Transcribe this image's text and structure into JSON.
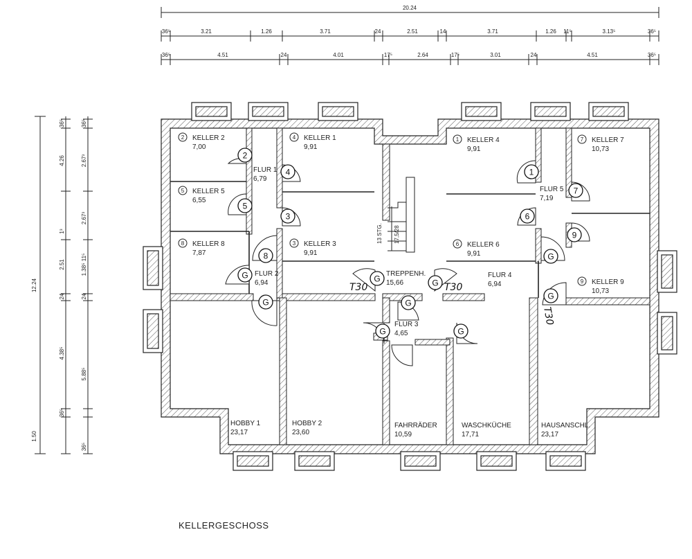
{
  "plan_title": "KELLERGESCHOSS",
  "dimensions": {
    "top_total": "20.24",
    "top_row1": [
      "36⁵",
      "3.21",
      "1.26",
      "3.71",
      "24",
      "2.51",
      "14",
      "3.71",
      "1.26",
      "11⁵",
      "3.13⁵",
      "36⁵"
    ],
    "top_row2": [
      "36⁵",
      "4.51",
      "24",
      "4.01",
      "17⁵",
      "2.64",
      "17⁵",
      "3.01",
      "24",
      "4.51",
      "36⁵"
    ],
    "left_total": "12.24",
    "left_outer": [
      "36⁵",
      "4.26",
      "1³",
      "2.51",
      "24",
      "4.38⁵",
      "36⁵",
      "1.50"
    ],
    "left_inner": [
      "36⁵",
      "2.67³",
      "2.67³",
      "1.38⁵ 11⁵",
      "24",
      "5.88⁵",
      "36⁵"
    ]
  },
  "rooms": [
    {
      "num": "2",
      "name": "KELLER 2",
      "area": "7,00"
    },
    {
      "num": "4",
      "name": "KELLER 1",
      "area": "9,91"
    },
    {
      "num": "",
      "name": "FLUR 1",
      "area": "6,79"
    },
    {
      "num": "5",
      "name": "KELLER 5",
      "area": "6,55"
    },
    {
      "num": "3",
      "name": "KELLER 3",
      "area": "9,91"
    },
    {
      "num": "8",
      "name": "KELLER 8",
      "area": "7,87"
    },
    {
      "num": "",
      "name": "FLUR 2",
      "area": "6,94"
    },
    {
      "num": "",
      "name": "TREPPENH.",
      "area": "15,66"
    },
    {
      "num": "1",
      "name": "KELLER 4",
      "area": "9,91"
    },
    {
      "num": "7",
      "name": "KELLER 7",
      "area": "10,73"
    },
    {
      "num": "",
      "name": "FLUR 5",
      "area": "7,19"
    },
    {
      "num": "6",
      "name": "KELLER 6",
      "area": "9,91"
    },
    {
      "num": "",
      "name": "FLUR 4",
      "area": "6,94"
    },
    {
      "num": "9",
      "name": "KELLER 9",
      "area": "10,73"
    },
    {
      "num": "",
      "name": "FLUR 3",
      "area": "4,65"
    },
    {
      "num": "",
      "name": "HOBBY 1",
      "area": "23,17"
    },
    {
      "num": "",
      "name": "HOBBY 2",
      "area": "23,60"
    },
    {
      "num": "",
      "name": "FAHRRÄDER",
      "area": "10,59"
    },
    {
      "num": "",
      "name": "WASCHKÜCHE",
      "area": "17,71"
    },
    {
      "num": "",
      "name": "HAUSANSCHL.",
      "area": "23,17"
    }
  ],
  "door_markers": [
    "2",
    "4",
    "5",
    "3",
    "8",
    "G",
    "G",
    "1",
    "7",
    "6",
    "9",
    "G",
    "G",
    "G",
    "G",
    "G",
    "G",
    "G"
  ],
  "fire_doors": [
    "T30",
    "T30",
    "T30"
  ],
  "stair_text": [
    "13 STG.",
    "17,5/28"
  ]
}
